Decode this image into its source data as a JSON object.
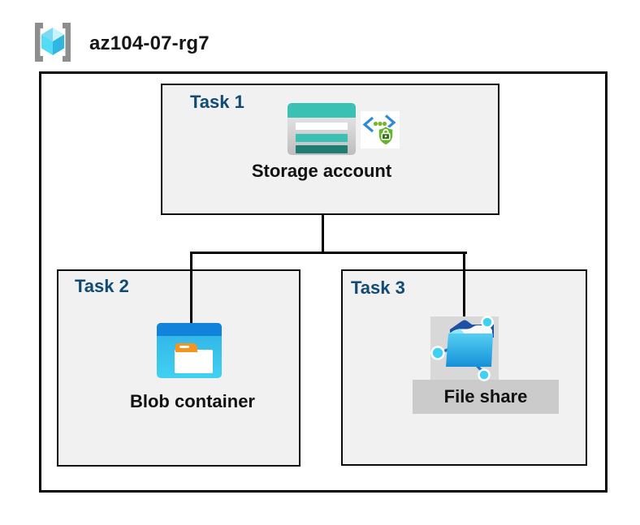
{
  "header": {
    "icon": "resource-group-icon",
    "title": "az104-07-rg7"
  },
  "diagram": {
    "task1": {
      "label": "Task 1",
      "resource_label": "Storage account",
      "icons": [
        "storage-account-icon",
        "secure-access-icon"
      ]
    },
    "task2": {
      "label": "Task 2",
      "resource_label": "Blob container",
      "icons": [
        "blob-container-icon"
      ]
    },
    "task3": {
      "label": "Task 3",
      "resource_label": "File share",
      "icons": [
        "file-share-icon"
      ],
      "highlight": "gray-selection"
    },
    "connections": [
      {
        "from": "Storage account",
        "to": "Blob container"
      },
      {
        "from": "Storage account",
        "to": "File share"
      }
    ]
  },
  "colors": {
    "task_label_navy": "#114A74",
    "box_fill_gray": "#F1F1F1",
    "border_black": "#000000",
    "storage_teal": "#3BC1B4",
    "storage_dark_teal": "#1F7E74",
    "blob_header_blue": "#1283DB",
    "blob_body_cyan": "#41D1F1",
    "folder_tab_orange": "#F7941E",
    "file_share_navy": "#1D4FA3",
    "file_share_cyan": "#3ED1F6",
    "shield_green": "#64B32E",
    "bracket_blue": "#2E8BD8",
    "dot_green": "#76B82A",
    "highlight_gray": "#CBCBCB",
    "cube_cyan_light": "#C6F3FC",
    "cube_cyan": "#54DCF7",
    "cube_cyan_dark": "#2FB6E2",
    "bracket_gray": "#8E8E8E"
  }
}
